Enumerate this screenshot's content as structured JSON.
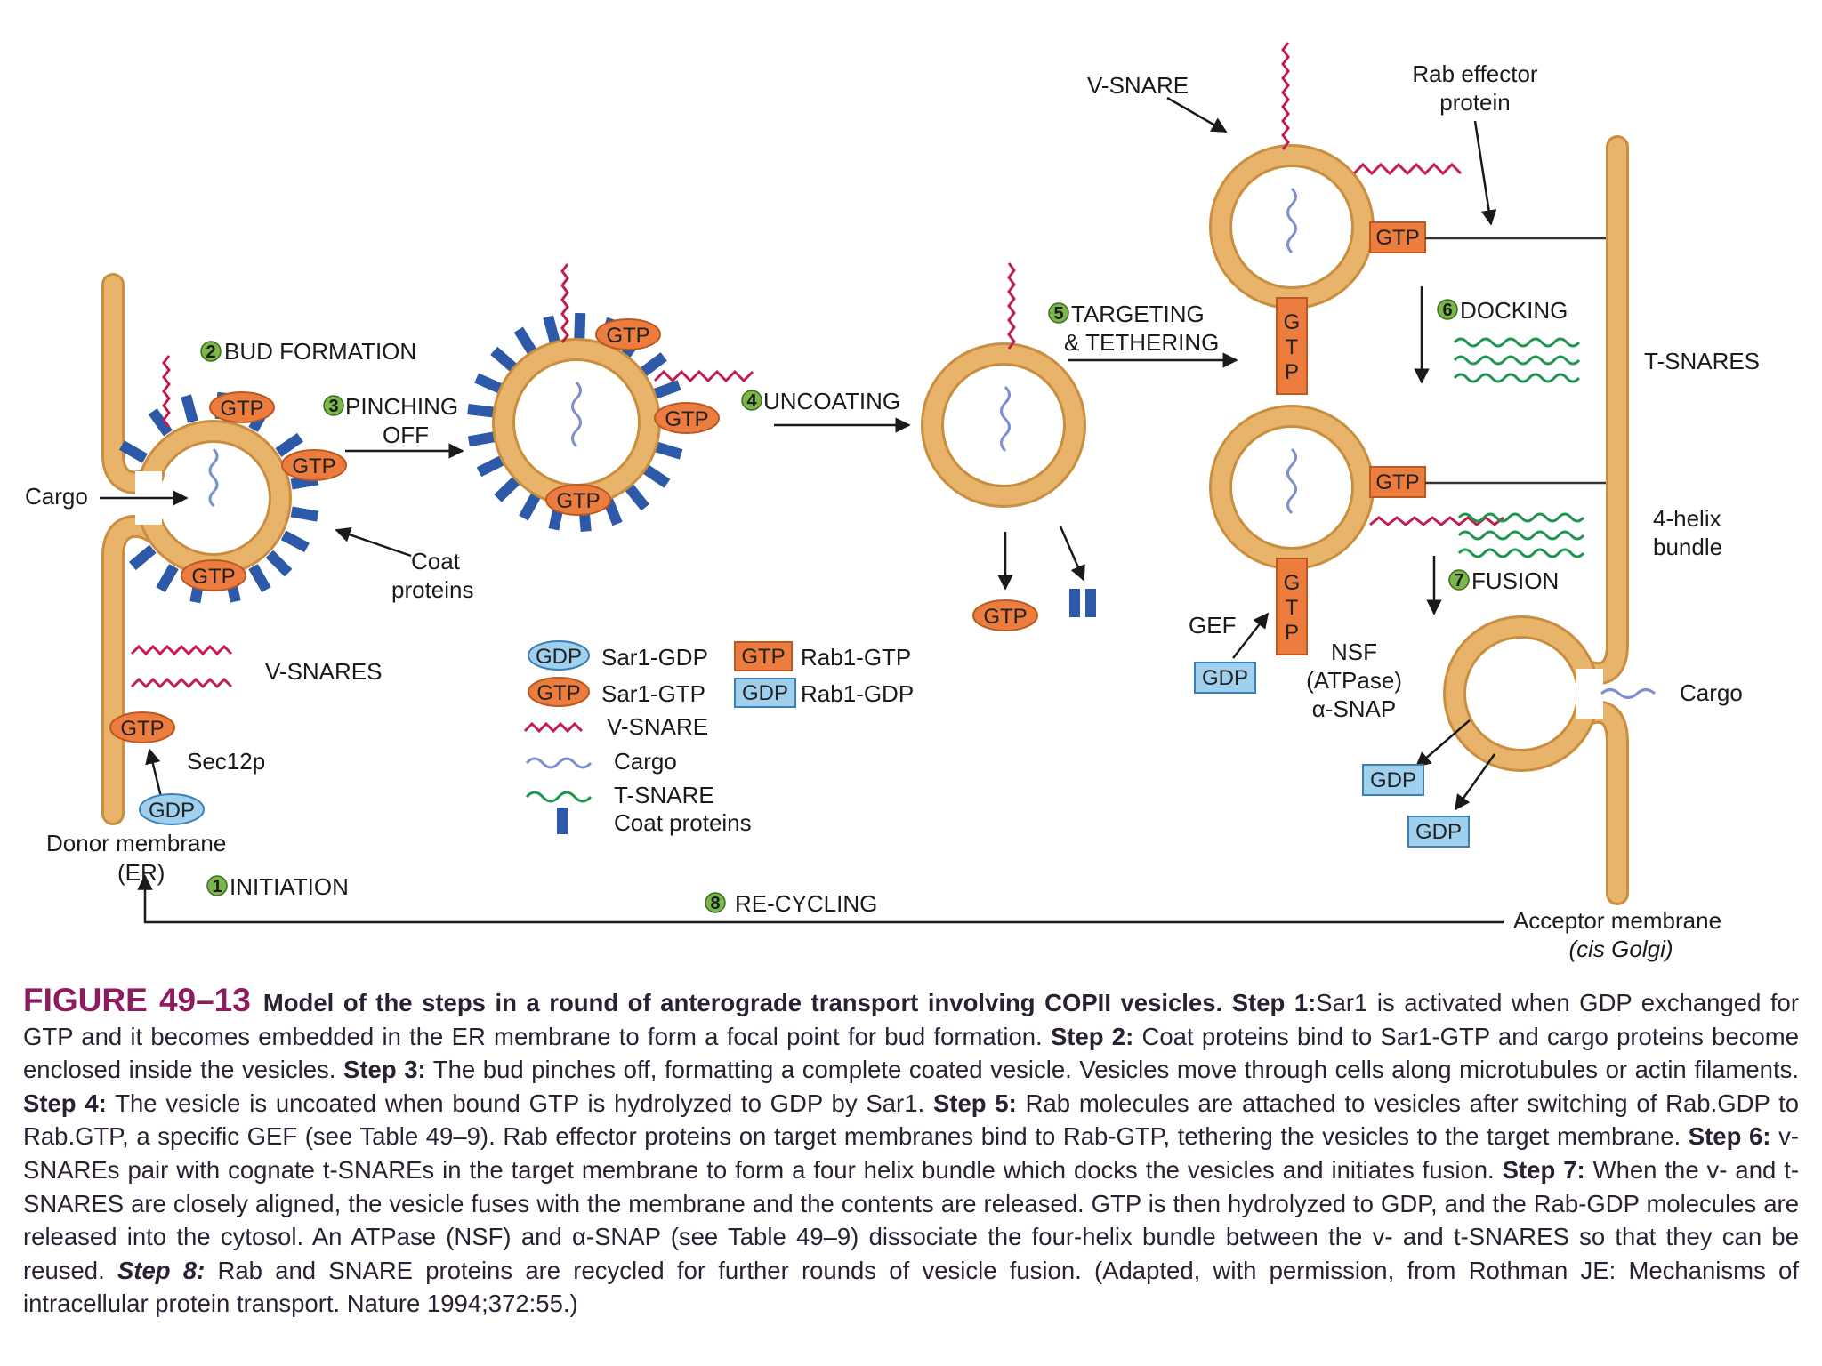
{
  "figure": {
    "steps": {
      "s1": {
        "num": "1",
        "label": "INITIATION"
      },
      "s2": {
        "num": "2",
        "label": "BUD FORMATION"
      },
      "s3": {
        "num": "3",
        "label1": "PINCHING",
        "label2": "OFF"
      },
      "s4": {
        "num": "4",
        "label": "UNCOATING"
      },
      "s5": {
        "num": "5",
        "label1": "TARGETING",
        "label2": "& TETHERING"
      },
      "s6": {
        "num": "6",
        "label": "DOCKING"
      },
      "s7": {
        "num": "7",
        "label": "FUSION"
      },
      "s8": {
        "num": "8",
        "label": "RE-CYCLING"
      }
    },
    "labels": {
      "cargo": "Cargo",
      "coat_proteins_1": "Coat",
      "coat_proteins_2": "proteins",
      "v_snares": "V-SNARES",
      "sec12p": "Sec12p",
      "donor_1": "Donor membrane",
      "donor_2": "(ER)",
      "v_snare_top": "V-SNARE",
      "rab_effector_1": "Rab effector",
      "rab_effector_2": "protein",
      "t_snares": "T-SNARES",
      "helix_1": "4-helix",
      "helix_2": "bundle",
      "gef": "GEF",
      "nsf_1": "NSF",
      "nsf_2": "(ATPase)",
      "nsf_3": "α-SNAP",
      "cargo_right": "Cargo",
      "acceptor_1": "Acceptor membrane",
      "acceptor_2": "(cis Golgi)",
      "gtp": "GTP",
      "gdp": "GDP",
      "gtp_vertical": [
        "G",
        "T",
        "P"
      ]
    },
    "legend": {
      "sar1_gdp": "Sar1-GDP",
      "sar1_gtp": "Sar1-GTP",
      "rab1_gtp": "Rab1-GTP",
      "rab1_gdp": "Rab1-GDP",
      "v_snare": "V-SNARE",
      "cargo": "Cargo",
      "t_snare": "T-SNARE",
      "coat": "Coat proteins"
    },
    "colors": {
      "membrane": "#e8b36a",
      "membrane_stroke": "#c98e3e",
      "gtp_orange": "#ec7d3f",
      "gdp_blue": "#9fd0ee",
      "coat_blue": "#2d59a8",
      "v_snare_red": "#c01f50",
      "t_snare_green": "#1e9650",
      "cargo_blue": "#7c8fd0",
      "step_green": "#7ab648"
    }
  },
  "caption": {
    "figure_label": "FIGURE 49–13",
    "title": "Model of the steps in a round of anterograde transport involving COPII vesicles.",
    "step1_head": "Step 1:",
    "step1": "Sar1 is activated when GDP exchanged for GTP and it becomes embedded in the ER membrane to form a focal point for bud formation.",
    "step2_head": "Step 2:",
    "step2": "Coat proteins bind to Sar1-GTP and cargo proteins become enclosed inside the vesicles.",
    "step3_head": "Step 3:",
    "step3": "The bud pinches off, formatting a complete coated vesicle. Vesicles move through cells along microtubules or actin filaments.",
    "step4_head": "Step 4:",
    "step4": "The vesicle is uncoated when bound GTP is hydrolyzed to GDP by Sar1.",
    "step5_head": "Step 5:",
    "step5": "Rab molecules are attached to vesicles after switching of Rab.GDP to Rab.GTP, a specific GEF (see Table 49–9). Rab effector proteins on target membranes bind to Rab-GTP, tethering the vesicles to the target membrane.",
    "step6_head": "Step 6:",
    "step6": "v-SNAREs pair with cognate t-SNAREs in the target membrane to form a four helix bundle which docks the vesicles and initiates fusion.",
    "step7_head": "Step 7:",
    "step7": "When the v- and t-SNARES are closely aligned, the vesicle fuses with the membrane and the contents are released. GTP is then hydrolyzed to GDP, and the Rab-GDP molecules are released into the cytosol. An ATPase (NSF) and α-SNAP (see Table 49–9) dissociate the four-helix bundle between the v- and t-SNARES so that they can be reused.",
    "step8_head": "Step 8:",
    "step8": "Rab and SNARE proteins are recycled for further rounds of vesicle fusion. (Adapted, with permission, from Rothman JE: Mechanisms of intracellular protein transport. Nature 1994;372:55.)"
  }
}
